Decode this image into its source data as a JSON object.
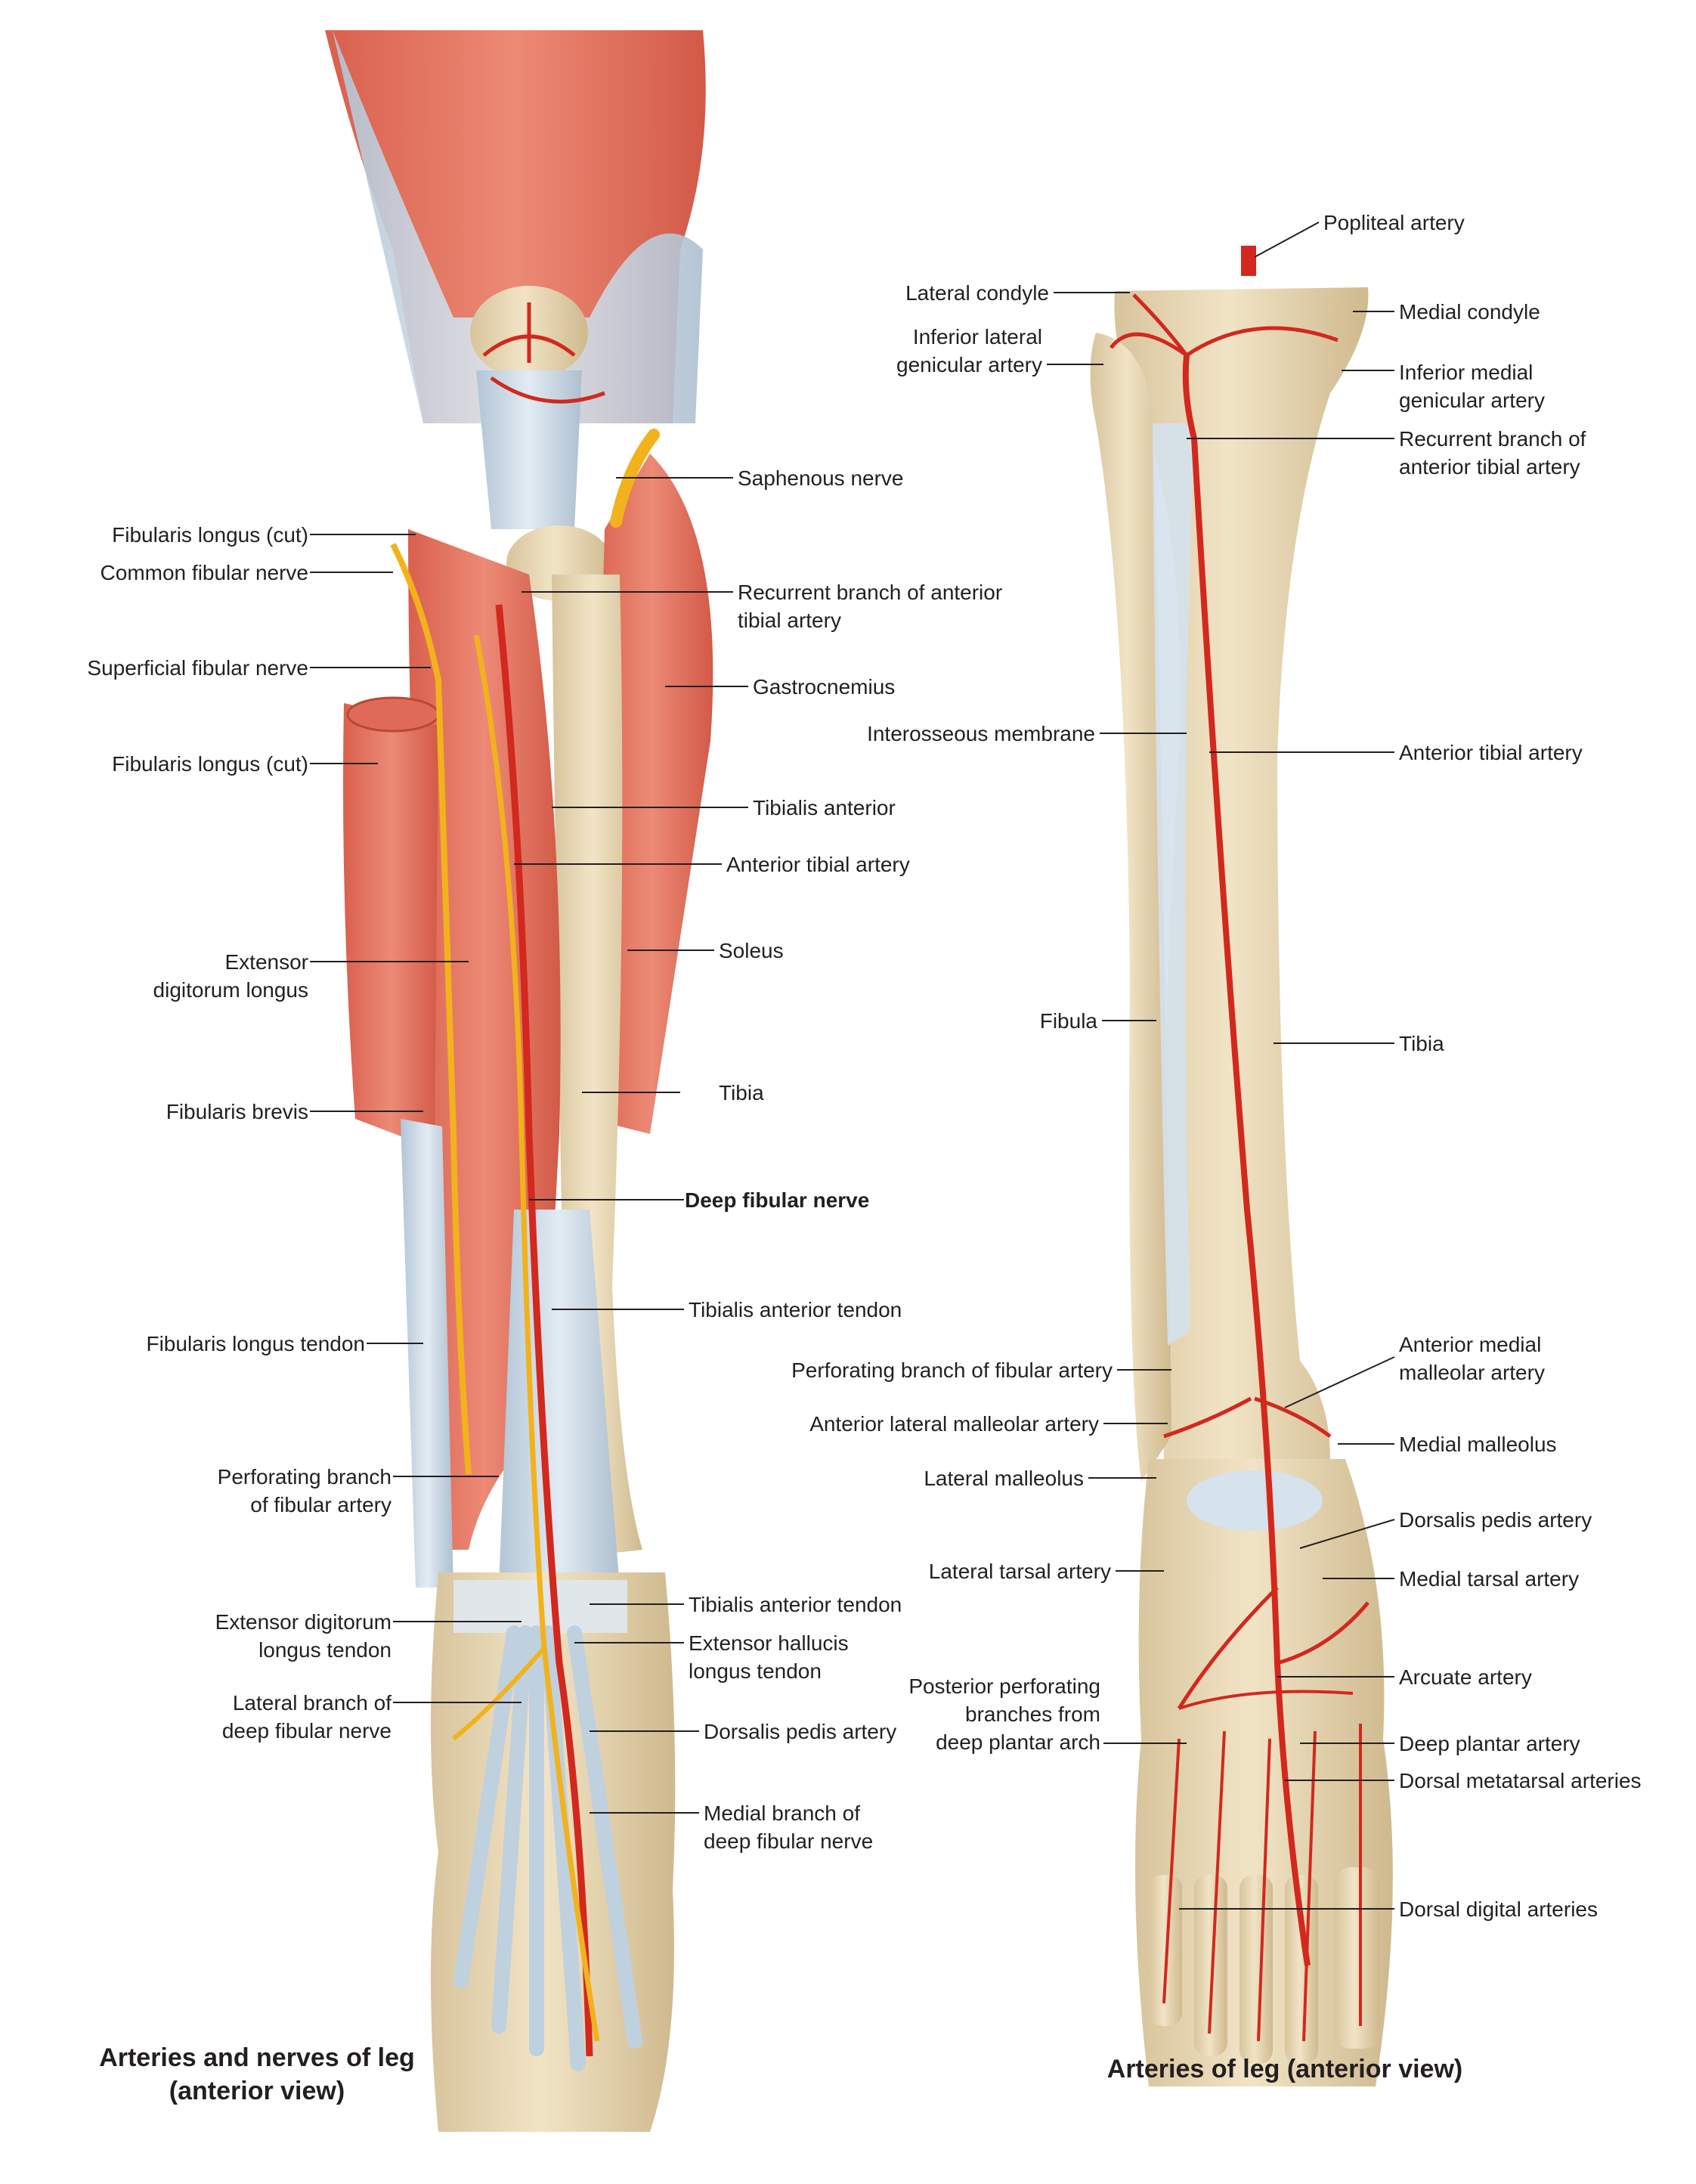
{
  "colors": {
    "muscle": "#e5735f",
    "muscle_dark": "#c9523f",
    "tendon": "#c9d8e6",
    "bone": "#e8d7b4",
    "bone_shadow": "#cdb88f",
    "artery": "#d2281d",
    "nerve": "#f2b21c",
    "membrane": "#d4e1ec",
    "leader": "#231f20"
  },
  "left_figure": {
    "caption_line1": "Arteries and nerves of leg",
    "caption_line2": "(anterior view)",
    "labels": {
      "fibularis_longus_cut_1": "Fibularis longus (cut)",
      "common_fibular_nerve": "Common fibular nerve",
      "superficial_fibular_nerve": "Superficial fibular nerve",
      "fibularis_longus_cut_2": "Fibularis longus (cut)",
      "extensor_digitorum_longus_1": "Extensor",
      "extensor_digitorum_longus_2": "digitorum longus",
      "fibularis_brevis": "Fibularis brevis",
      "fibularis_longus_tendon": "Fibularis longus tendon",
      "perforating_branch_1": "Perforating branch",
      "perforating_branch_2": "of fibular artery",
      "edl_tendon_1": "Extensor digitorum",
      "edl_tendon_2": "longus tendon",
      "lateral_branch_1": "Lateral branch of",
      "lateral_branch_2": "deep fibular nerve",
      "saphenous_nerve": "Saphenous nerve",
      "recurrent_branch_1": "Recurrent branch of anterior",
      "recurrent_branch_2": "tibial artery",
      "gastrocnemius": "Gastrocnemius",
      "tibialis_anterior": "Tibialis anterior",
      "anterior_tibial_artery": "Anterior tibial artery",
      "soleus": "Soleus",
      "tibia": "Tibia",
      "deep_fibular_nerve": "Deep fibular nerve",
      "tibialis_anterior_tendon_1": "Tibialis anterior tendon",
      "tibialis_anterior_tendon_2": "Tibialis anterior tendon",
      "ehl_tendon_1": "Extensor hallucis",
      "ehl_tendon_2": "longus tendon",
      "dorsalis_pedis_artery": "Dorsalis pedis artery",
      "medial_branch_1": "Medial branch of",
      "medial_branch_2": "deep fibular nerve"
    }
  },
  "right_figure": {
    "caption": "Arteries of  leg (anterior view)",
    "labels": {
      "popliteal_artery": "Popliteal artery",
      "lateral_condyle": "Lateral condyle",
      "medial_condyle": "Medial condyle",
      "inferior_lateral_1": "Inferior lateral",
      "inferior_lateral_2": "genicular artery",
      "inferior_medial_1": "Inferior medial",
      "inferior_medial_2": "genicular artery",
      "recurrent_branch_1": "Recurrent branch of",
      "recurrent_branch_2": "anterior tibial artery",
      "interosseous_membrane": "Interosseous membrane",
      "anterior_tibial_artery": "Anterior tibial artery",
      "fibula": "Fibula",
      "tibia": "Tibia",
      "perforating_branch": "Perforating branch of fibular artery",
      "anterior_medial_malleolar_1": "Anterior medial",
      "anterior_medial_malleolar_2": "malleolar artery",
      "anterior_lateral_malleolar": "Anterior lateral malleolar artery",
      "medial_malleolus": "Medial malleolus",
      "lateral_malleolus": "Lateral malleolus",
      "dorsalis_pedis_artery": "Dorsalis pedis artery",
      "lateral_tarsal_artery": "Lateral tarsal artery",
      "medial_tarsal_artery": "Medial tarsal artery",
      "arcuate_artery": "Arcuate artery",
      "posterior_perforating_1": "Posterior perforating",
      "posterior_perforating_2": "branches from",
      "posterior_perforating_3": "deep plantar arch",
      "deep_plantar_artery": "Deep plantar artery",
      "dorsal_metatarsal_arteries": "Dorsal metatarsal arteries",
      "dorsal_digital_arteries": "Dorsal digital arteries"
    }
  }
}
